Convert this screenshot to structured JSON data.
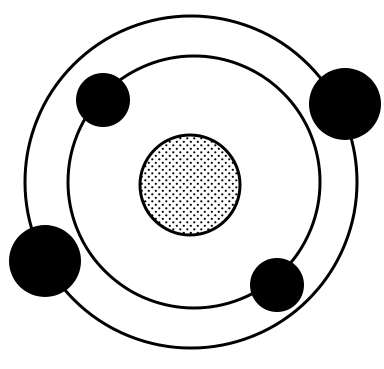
{
  "diagram": {
    "type": "atomic-model",
    "nucleus": {
      "fill_pattern": "dotted"
    },
    "orbits": [
      {
        "ring": "inner",
        "electron_count": 2
      },
      {
        "ring": "outer",
        "electron_count": 2
      }
    ],
    "electron_total": 4,
    "colors": {
      "stroke": "#000000",
      "background": "#ffffff",
      "electron": "#000000",
      "nucleus_dots": "#000000"
    }
  }
}
